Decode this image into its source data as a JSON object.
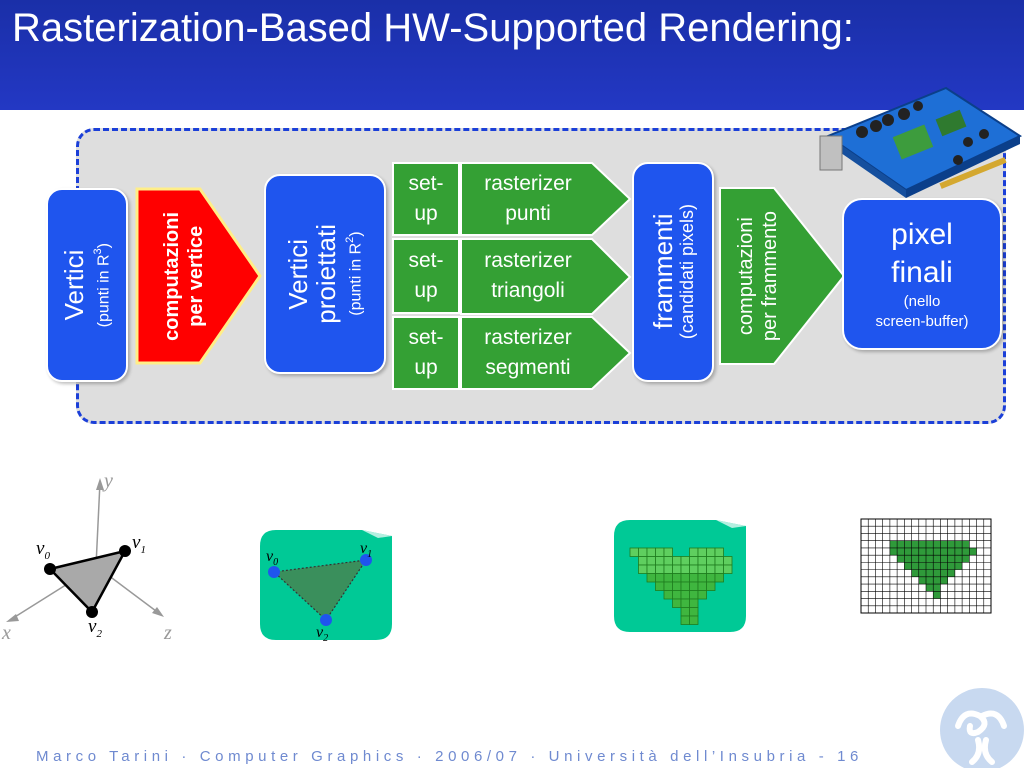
{
  "slide": {
    "title": "Rasterization-Based HW-Supported Rendering:",
    "footer": "Marco Tarini · Computer Graphics · 2006/07 · Università dell’Insubria - 16"
  },
  "pipeline": {
    "vertici": {
      "title": "Vertici",
      "subtitle": "(punti in R",
      "sup": "3",
      "close": ")"
    },
    "computazioni_vertice": {
      "line1": "computazioni",
      "line2": "per vertice"
    },
    "vertici_proiettati": {
      "title1": "Vertici",
      "title2": "proiettati",
      "subtitle": "(punti in R",
      "sup": "2",
      "close": ")"
    },
    "setup_label_1": "set-",
    "setup_label_2": "up",
    "rasterizer": [
      {
        "line1": "rasterizer",
        "line2": "punti"
      },
      {
        "line1": "rasterizer",
        "line2": "triangoli"
      },
      {
        "line1": "rasterizer",
        "line2": "segmenti"
      }
    ],
    "frammenti": {
      "title": "frammenti",
      "subtitle": "(candidati pixels)"
    },
    "computazioni_frammento": {
      "line1": "computazioni",
      "line2": "per frammento"
    },
    "pixel_finali": {
      "line1": "pixel",
      "line2": "finali",
      "sub1": "(nello",
      "sub2": "screen-buffer)"
    }
  },
  "axes_diagram": {
    "x": "x",
    "y": "y",
    "z": "z",
    "v0": "v",
    "v0_sub": "0",
    "v1": "v",
    "v1_sub": "1",
    "v2": "v",
    "v2_sub": "2"
  },
  "colors": {
    "header": "#2338c4",
    "blue_box": "#1f55ee",
    "green_box": "#34a034",
    "red_box": "#ff0000",
    "teal_panel": "#00c996",
    "footer_text": "#6f8ad0"
  }
}
